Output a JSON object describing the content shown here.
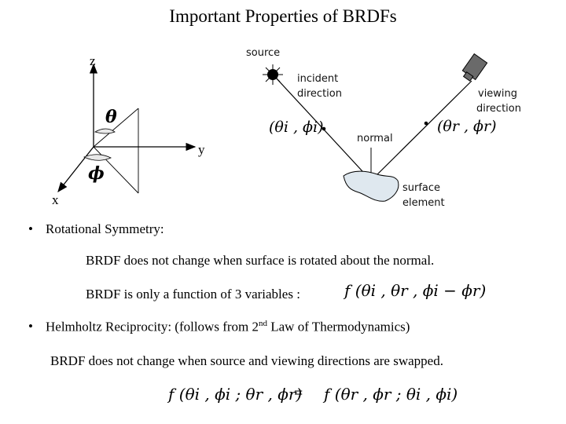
{
  "title": "Important Properties of BRDFs",
  "axes": {
    "z": "z",
    "y": "y",
    "x": "x",
    "theta": "θ",
    "phi": "ϕ"
  },
  "diagram": {
    "source": "source",
    "incident_direction": [
      "incident",
      "direction"
    ],
    "viewing_direction": [
      "viewing",
      "direction"
    ],
    "normal": "normal",
    "surface_element": [
      "surface",
      "element"
    ],
    "incident_angles": "(θi , ϕi)",
    "reflected_angles": "(θr , ϕr)"
  },
  "bullets": {
    "rotational": {
      "heading": "Rotational Symmetry:",
      "line1": "BRDF does not change when surface is rotated about the normal.",
      "line2": "BRDF  is only a function of 3 variables :",
      "formula": "f (θi , θr , ϕi − ϕr)"
    },
    "helmholtz": {
      "heading": "Helmholtz Reciprocity:  (follows from 2",
      "sup": "nd",
      "heading_rest": " Law of Thermodynamics)",
      "line1": "BRDF does not change when source and viewing directions are swapped.",
      "formula_left": "f (θi , ϕi ; θr , ϕr)",
      "equals": "=",
      "formula_right": "f (θr , ϕr ; θi , ϕi)"
    }
  }
}
